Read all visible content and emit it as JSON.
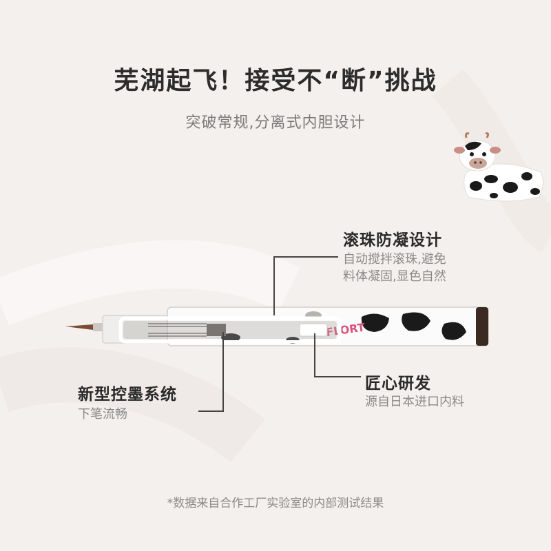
{
  "headline": "芜湖起飞！接受不“断”挑战",
  "subtitle": "突破常规,分离式内胆设计",
  "callouts": {
    "ball": {
      "title": "滚珠防凝设计",
      "desc_line1": "自动搅拌滚珠,避免",
      "desc_line2": "料体凝固,显色自然"
    },
    "craft": {
      "title": "匠心研发",
      "desc": "源自日本进口内料"
    },
    "ink": {
      "title": "新型控墨系统",
      "desc": "下笔流畅"
    }
  },
  "pen": {
    "brand_text": "FLORT"
  },
  "footnote": "*数据来自合作工厂实验室的内部测试结果",
  "colors": {
    "background": "#f4f0ed",
    "pen_tip": "#7a4e34",
    "cap_pink": "#d9537c",
    "cow_spot": "#1a1a1a"
  }
}
